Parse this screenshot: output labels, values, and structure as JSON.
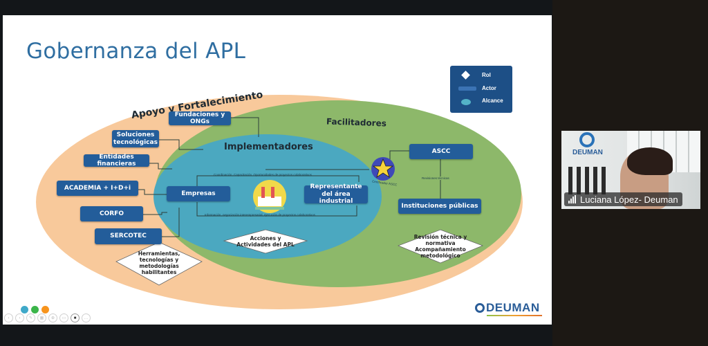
{
  "slide": {
    "title": "Gobernanza del APL",
    "rings": {
      "outer": "Apoyo y Fortalecimiento",
      "middle": "Facilitadores",
      "inner": "Implementadores"
    },
    "legend": [
      {
        "icon": "diamond-icon",
        "label": "Rol"
      },
      {
        "icon": "bar-icon",
        "label": "Actor"
      },
      {
        "icon": "ellipse-icon",
        "label": "Alcance"
      }
    ],
    "support_actors": [
      "Fundaciones y ONGs",
      "Soluciones tecnológicas",
      "Entidades financieras",
      "ACADEMIA + I+D+i",
      "CORFO",
      "SERCOTEC"
    ],
    "implementer_actors": [
      "Empresas",
      "Representante del área industrial"
    ],
    "facilitator_actors": [
      "ASCC",
      "Instituciones públicas"
    ],
    "relations": {
      "top": "Coordinación, Capacitación, Oportunidades de proyectos colaborativos",
      "bottom": "Información, negociación interempresarial, ejecución de proyectos colaborativos",
      "ascc_instituciones": "Revisiones técnicas",
      "seal": "Certificador ASCC"
    },
    "roles": {
      "support": "Herramientas, tecnologías y metodologías habilitantes",
      "implementers": "Acciones y Actividades del APL",
      "facilitators": "Revisión técnica y normativa Acompañamiento metodológico"
    },
    "brand": "DEUMAN",
    "colors": {
      "outer": "#f8c99b",
      "middle": "#8db86a",
      "inner": "#4ba8c0",
      "actor": "#235d9a",
      "title": "#2f6ea1"
    },
    "dots": [
      "#3fa9c9",
      "#3bb54a",
      "#f7941d"
    ],
    "controls": [
      "prev-icon",
      "next-icon",
      "pen-icon",
      "slides-icon",
      "zoom-icon",
      "subtitles-icon",
      "camera-icon",
      "more-icon"
    ]
  },
  "participant": {
    "name": "Luciana López- Deuman",
    "background_logo": "DEUMAN"
  }
}
